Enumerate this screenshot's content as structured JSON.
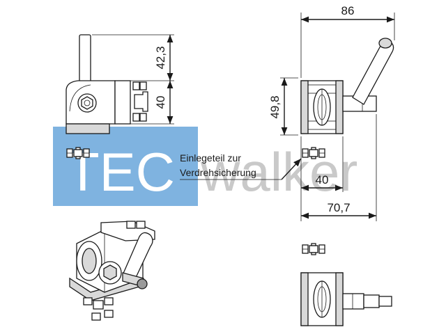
{
  "watermark": {
    "text_left": "TEC",
    "text_right": "walker",
    "color_left": "#7fb3e0",
    "color_right": "#c9c9c9"
  },
  "dimensions": {
    "handle_height": "42,3",
    "block_height_left": "40",
    "overall_width": "86",
    "block_height_right": "49,8",
    "block_width": "40",
    "depth_width": "70,7"
  },
  "annotation": {
    "line1": "Einlegeteil zur",
    "line2": "Verdrehsicherung"
  },
  "icons": [
    "insert-icon",
    "pivot-joint-isometric-icon"
  ]
}
